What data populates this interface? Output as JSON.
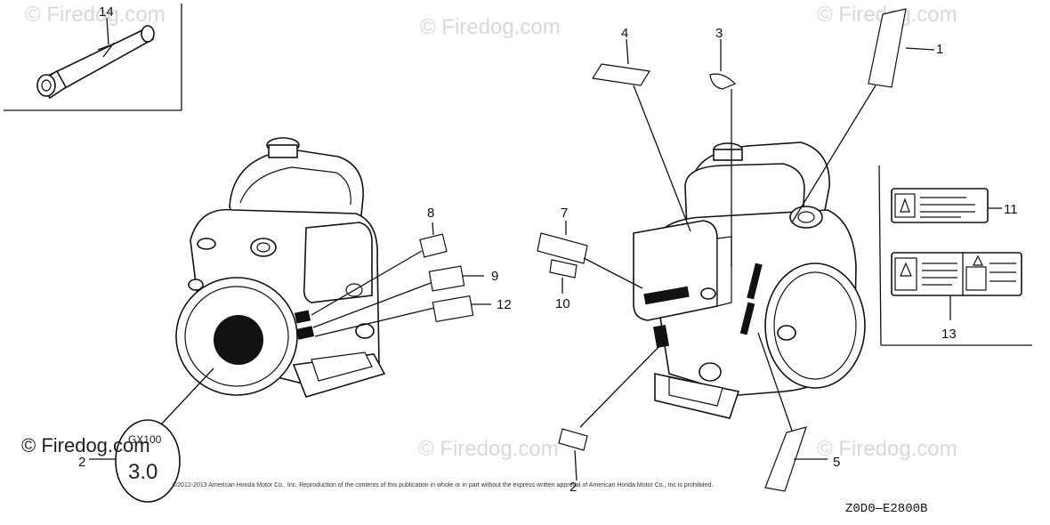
{
  "watermarks": [
    "© Firedog.com",
    "© Firedog.com",
    "© Firedog.com",
    "© Firedog.com",
    "© Firedog.com"
  ],
  "watermark_dark": "© Firedog.com",
  "callouts": {
    "c1": "1",
    "c2a": "2",
    "c2b": "2",
    "c3": "3",
    "c4": "4",
    "c5": "5",
    "c7": "7",
    "c8": "8",
    "c9": "9",
    "c10": "10",
    "c11": "11",
    "c12": "12",
    "c13": "13",
    "c14": "14"
  },
  "disc_text": {
    "line1": "GX100",
    "line2": "3.0"
  },
  "copyright": "©2012-2013 American Honda Motor Co., Inc. Reproduction of the contents of this publication in whole or in part without the express written approval of American Honda Motor Co., Inc is prohibited.",
  "diagram_code": "Z0D0—E2800B"
}
